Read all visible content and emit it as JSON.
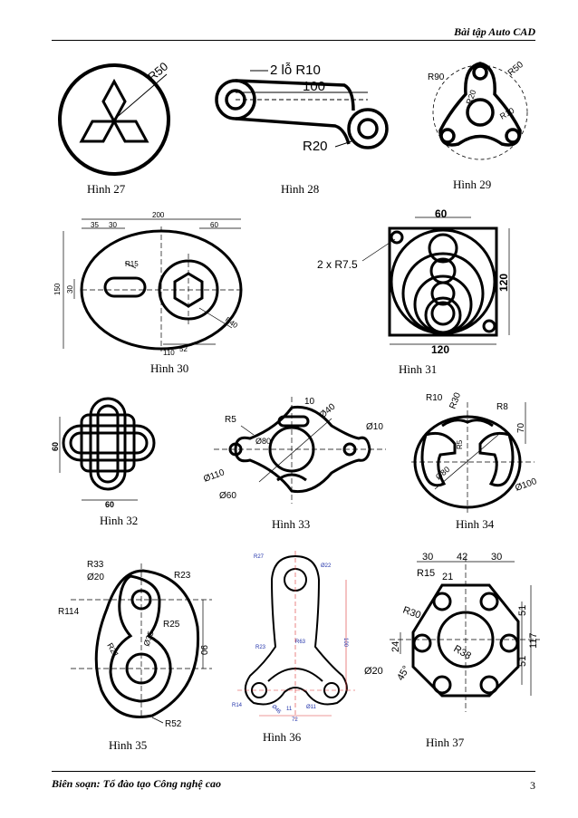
{
  "header": {
    "title": "Bài tập Auto CAD"
  },
  "footer": {
    "author": "Biên soạn: Tổ đào tạo Công nghệ cao",
    "page_number": "3"
  },
  "figures": {
    "h27": {
      "caption": "Hình 27",
      "dims": [
        "R50"
      ]
    },
    "h28": {
      "caption": "Hình 28",
      "dims": [
        "2 lỗ R10",
        "100",
        "R20"
      ]
    },
    "h29": {
      "caption": "Hình 29",
      "dims": [
        "R90",
        "R50",
        "R20",
        "R10"
      ]
    },
    "h30": {
      "caption": "Hình 30",
      "dims": [
        "200",
        "35",
        "30",
        "60",
        "R15",
        "150",
        "30",
        "R40",
        "52",
        "110"
      ]
    },
    "h31": {
      "caption": "Hình 31",
      "dims": [
        "60",
        "2 x R7.5",
        "120",
        "120"
      ]
    },
    "h32": {
      "caption": "Hình 32",
      "dims": [
        "60",
        "60"
      ]
    },
    "h33": {
      "caption": "Hình 33",
      "dims": [
        "10",
        "R5",
        "Ø40",
        "Ø10",
        "Ø80",
        "Ø110",
        "Ø60"
      ]
    },
    "h34": {
      "caption": "Hình 34",
      "dims": [
        "R10",
        "R30",
        "R8",
        "70",
        "R5",
        "Ø80",
        "Ø100"
      ]
    },
    "h35": {
      "caption": "Hình 35",
      "dims": [
        "R33",
        "Ø20",
        "R23",
        "R114",
        "R25",
        "90",
        "R21",
        "Ø35",
        "R52"
      ]
    },
    "h36": {
      "caption": "Hình 36",
      "dims": [
        "R27",
        "Ø22",
        "R63",
        "100",
        "R23",
        "R14",
        "Ø46",
        "Ø11",
        "11",
        "72"
      ]
    },
    "h37": {
      "caption": "Hình 37",
      "dims": [
        "30",
        "42",
        "30",
        "R15",
        "21",
        "R30",
        "R38",
        "51",
        "117",
        "51",
        "24",
        "Ø20",
        "45°"
      ]
    }
  }
}
